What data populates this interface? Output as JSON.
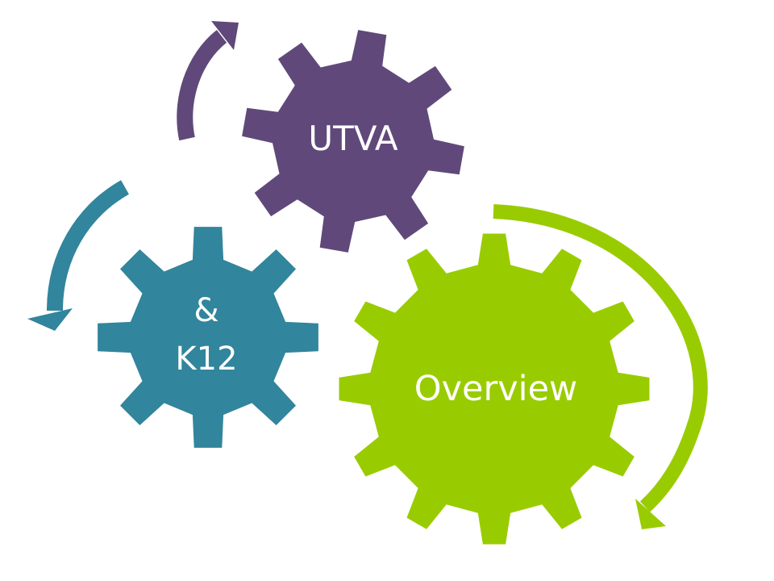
{
  "gears": [
    {
      "id": "utva",
      "label": "UTVA",
      "color": "#60497A"
    },
    {
      "id": "k12",
      "label": "&\nK12",
      "color": "#31859C"
    },
    {
      "id": "overview",
      "label": "Overview",
      "color": "#99CC00"
    }
  ],
  "arrows": [
    {
      "id": "purple-arrow",
      "color": "#60497A"
    },
    {
      "id": "teal-arrow",
      "color": "#31859C"
    },
    {
      "id": "green-arrow",
      "color": "#99CC00"
    }
  ]
}
